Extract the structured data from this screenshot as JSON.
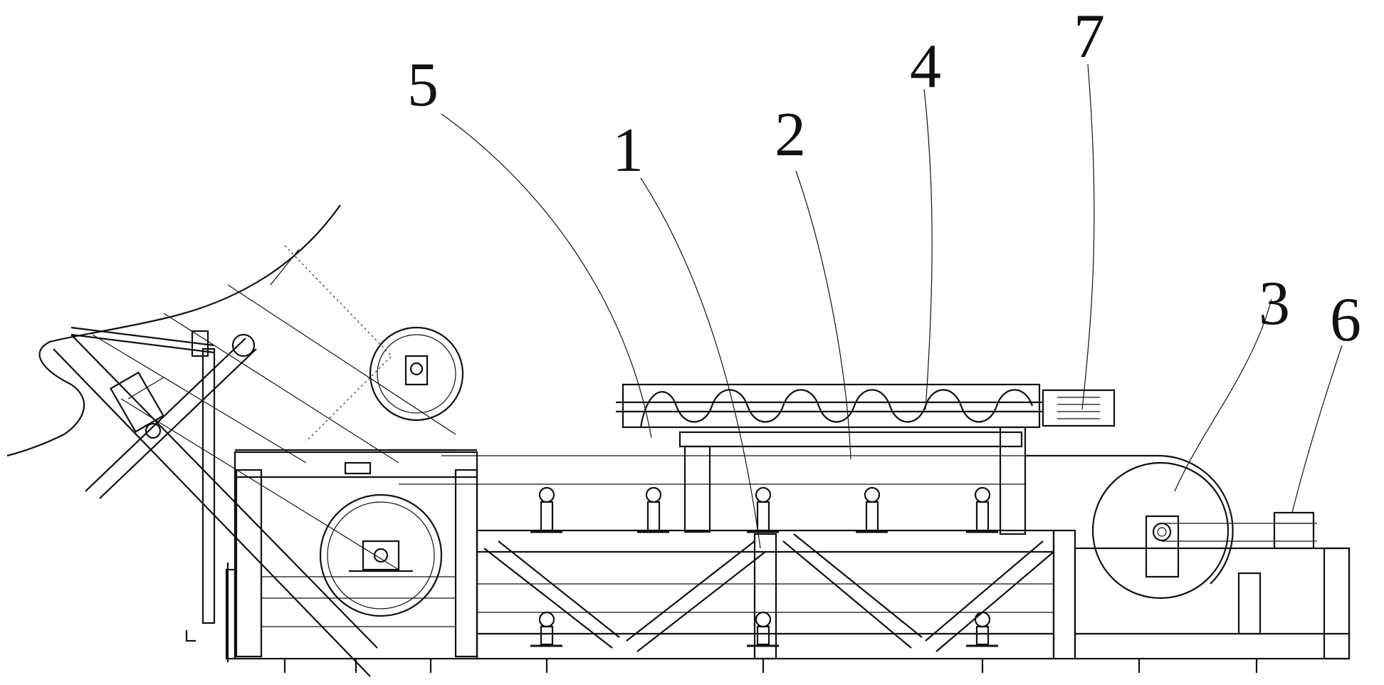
{
  "labels": [
    {
      "id": "5",
      "text": "5"
    },
    {
      "id": "1",
      "text": "1"
    },
    {
      "id": "2",
      "text": "2"
    },
    {
      "id": "4",
      "text": "4"
    },
    {
      "id": "7",
      "text": "7"
    },
    {
      "id": "3",
      "text": "3"
    },
    {
      "id": "6",
      "text": "6"
    }
  ],
  "colors": {
    "line": "#111111",
    "background": "#ffffff"
  }
}
